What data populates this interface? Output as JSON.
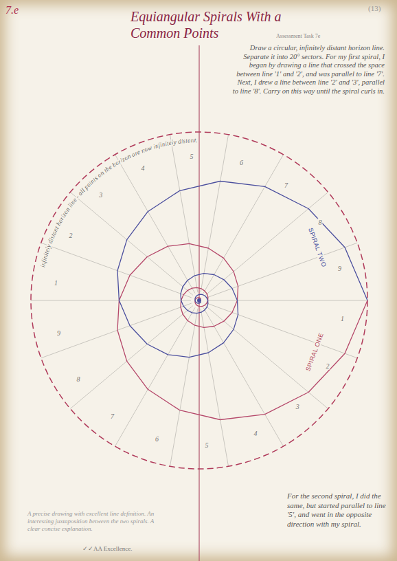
{
  "diagram": {
    "title": "Equiangular Spirals With a Common Points",
    "labels": [
      "7.e",
      "(13)",
      "Assessment Task 7e",
      "Draw a circular, infinitely distant horizon line. Separate it into 20° sectors. For my first spiral, I began by drawing a line that crossed the space between line '1' and '2', and was parallel to line '7'. Next, I drew a line between line '2' and '3', parallel to line '8'. Carry on this way until the spiral curls in.",
      "infinitely distant horizon line - all points on the horizon are now infinitely distant.",
      "1",
      "2",
      "3",
      "4",
      "5",
      "6",
      "7",
      "8",
      "9",
      "1",
      "2",
      "3",
      "4",
      "5",
      "6",
      "7",
      "8",
      "9",
      "SPIRAL ONE",
      "SPIRAL TWO",
      "For the second spiral, I did the same, but started parallel to line '5', and went in the opposite direction with my spiral.",
      "A precise drawing with excellent line definition. An interesting juxtaposition between the two spirals. A clear concise explanation.",
      "✓✓AA Excellence."
    ]
  }
}
